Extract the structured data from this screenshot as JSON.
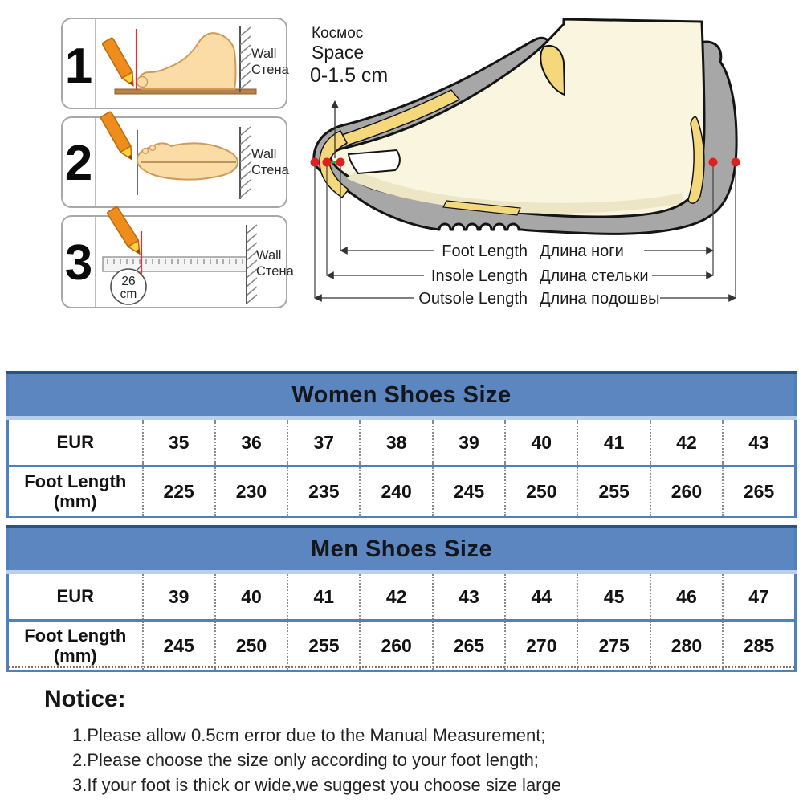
{
  "steps": {
    "num1": "1",
    "num2": "2",
    "num3": "3",
    "wall_en": "Wall",
    "wall_ru": "Стена",
    "ruler_value": "26",
    "ruler_unit": "cm"
  },
  "diagram": {
    "space": {
      "ru": "Космос",
      "en": "Space",
      "range": "0-1.5 cm"
    },
    "measures": {
      "foot": {
        "en": "Foot Length",
        "ru": "Длина ноги"
      },
      "insole": {
        "en": "Insole Length",
        "ru": "Длина стельки"
      },
      "outsole": {
        "en": "Outsole Length",
        "ru": "Длина подошвы"
      }
    }
  },
  "tables": {
    "women": {
      "title": "Women Shoes Size",
      "eur_label": "EUR",
      "foot_label_l1": "Foot Length",
      "foot_label_l2": "(mm)",
      "sizes": [
        "35",
        "36",
        "37",
        "38",
        "39",
        "40",
        "41",
        "42",
        "43"
      ],
      "lengths": [
        "225",
        "230",
        "235",
        "240",
        "245",
        "250",
        "255",
        "260",
        "265"
      ]
    },
    "men": {
      "title": "Men Shoes Size",
      "eur_label": "EUR",
      "foot_label_l1": "Foot Length",
      "foot_label_l2": "(mm)",
      "sizes": [
        "39",
        "40",
        "41",
        "42",
        "43",
        "44",
        "45",
        "46",
        "47"
      ],
      "lengths": [
        "245",
        "250",
        "255",
        "260",
        "265",
        "270",
        "275",
        "280",
        "285"
      ]
    }
  },
  "notice": {
    "title": "Notice:",
    "items": [
      "1.Please allow 0.5cm error due to the Manual Measurement;",
      "2.Please choose the size only according to your foot length;",
      "3.If your foot is thick or wide,we suggest  you  choose size large"
    ]
  },
  "colors": {
    "table_header_blue": "#5b86c0",
    "table_border_blue": "#4f81bd",
    "header_underline_blue": "#bad0ea",
    "dot_red": "#e01f1f",
    "mark_red": "#e23333",
    "shoe_gray": "#a7a7a7",
    "foot_cream": "#f9f5de",
    "lining_yellow": "#f5d87b",
    "pencil_orange": "#ef8d1c",
    "gap_green": "#2fae2f"
  }
}
